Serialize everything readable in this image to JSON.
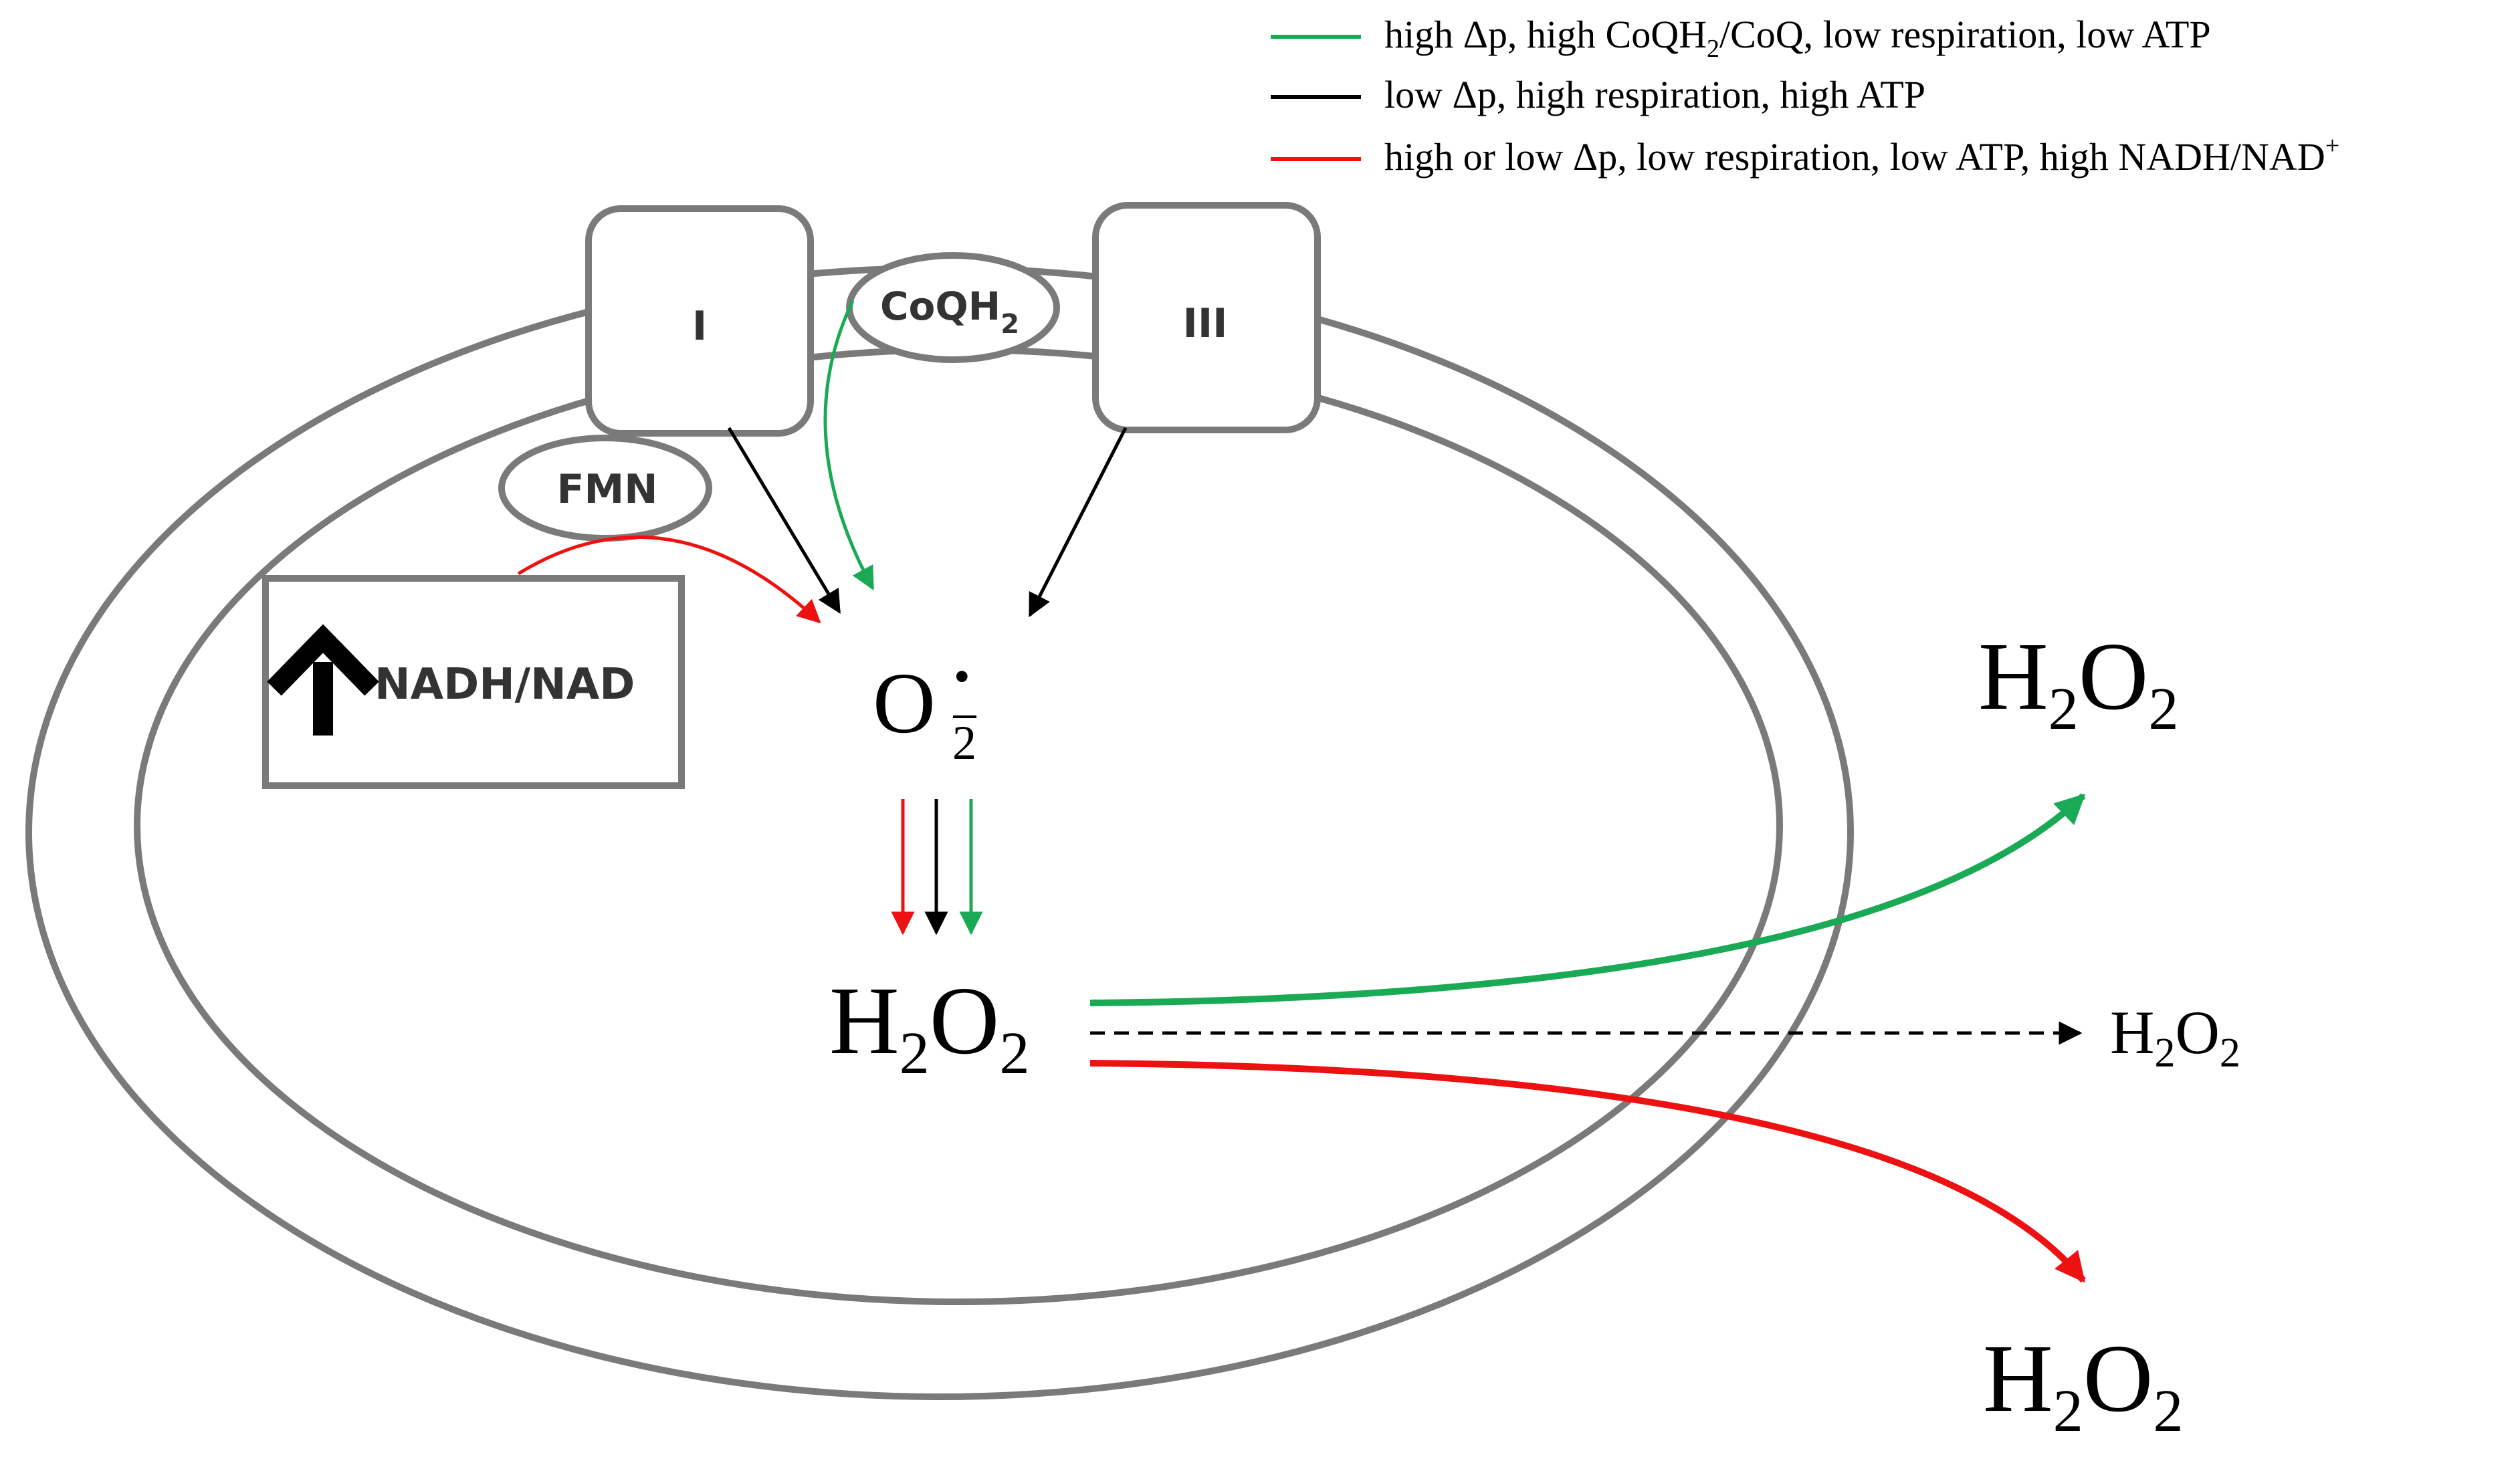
{
  "legend": {
    "items": [
      {
        "color": "#1aaa55",
        "parts": [
          "high Δp, high CoQH",
          "2",
          "/CoQ, low respiration, low ATP"
        ]
      },
      {
        "color": "#000000",
        "parts": [
          "low Δp, high respiration, high ATP"
        ]
      },
      {
        "color": "#ee1111",
        "parts": [
          "high or low Δp, low respiration, low ATP, high NADH/NAD",
          "+"
        ]
      }
    ]
  },
  "complexes": {
    "complex_i": "I",
    "complex_iii": "III",
    "coqh2_main": "CoQH",
    "coqh2_sub": "2",
    "fmn": "FMN",
    "nadh_ratio": "NADH/NAD"
  },
  "species": {
    "superoxide_main": "O",
    "superoxide_sub": "2",
    "superoxide_dot": "•",
    "h2o2_a": "H",
    "h2o2_sub1": "2",
    "h2o2_b": "O",
    "h2o2_sub2": "2"
  },
  "colors": {
    "green": "#1aaa55",
    "red": "#ee1111",
    "black": "#000000",
    "membrane": "#7a7a7a"
  }
}
